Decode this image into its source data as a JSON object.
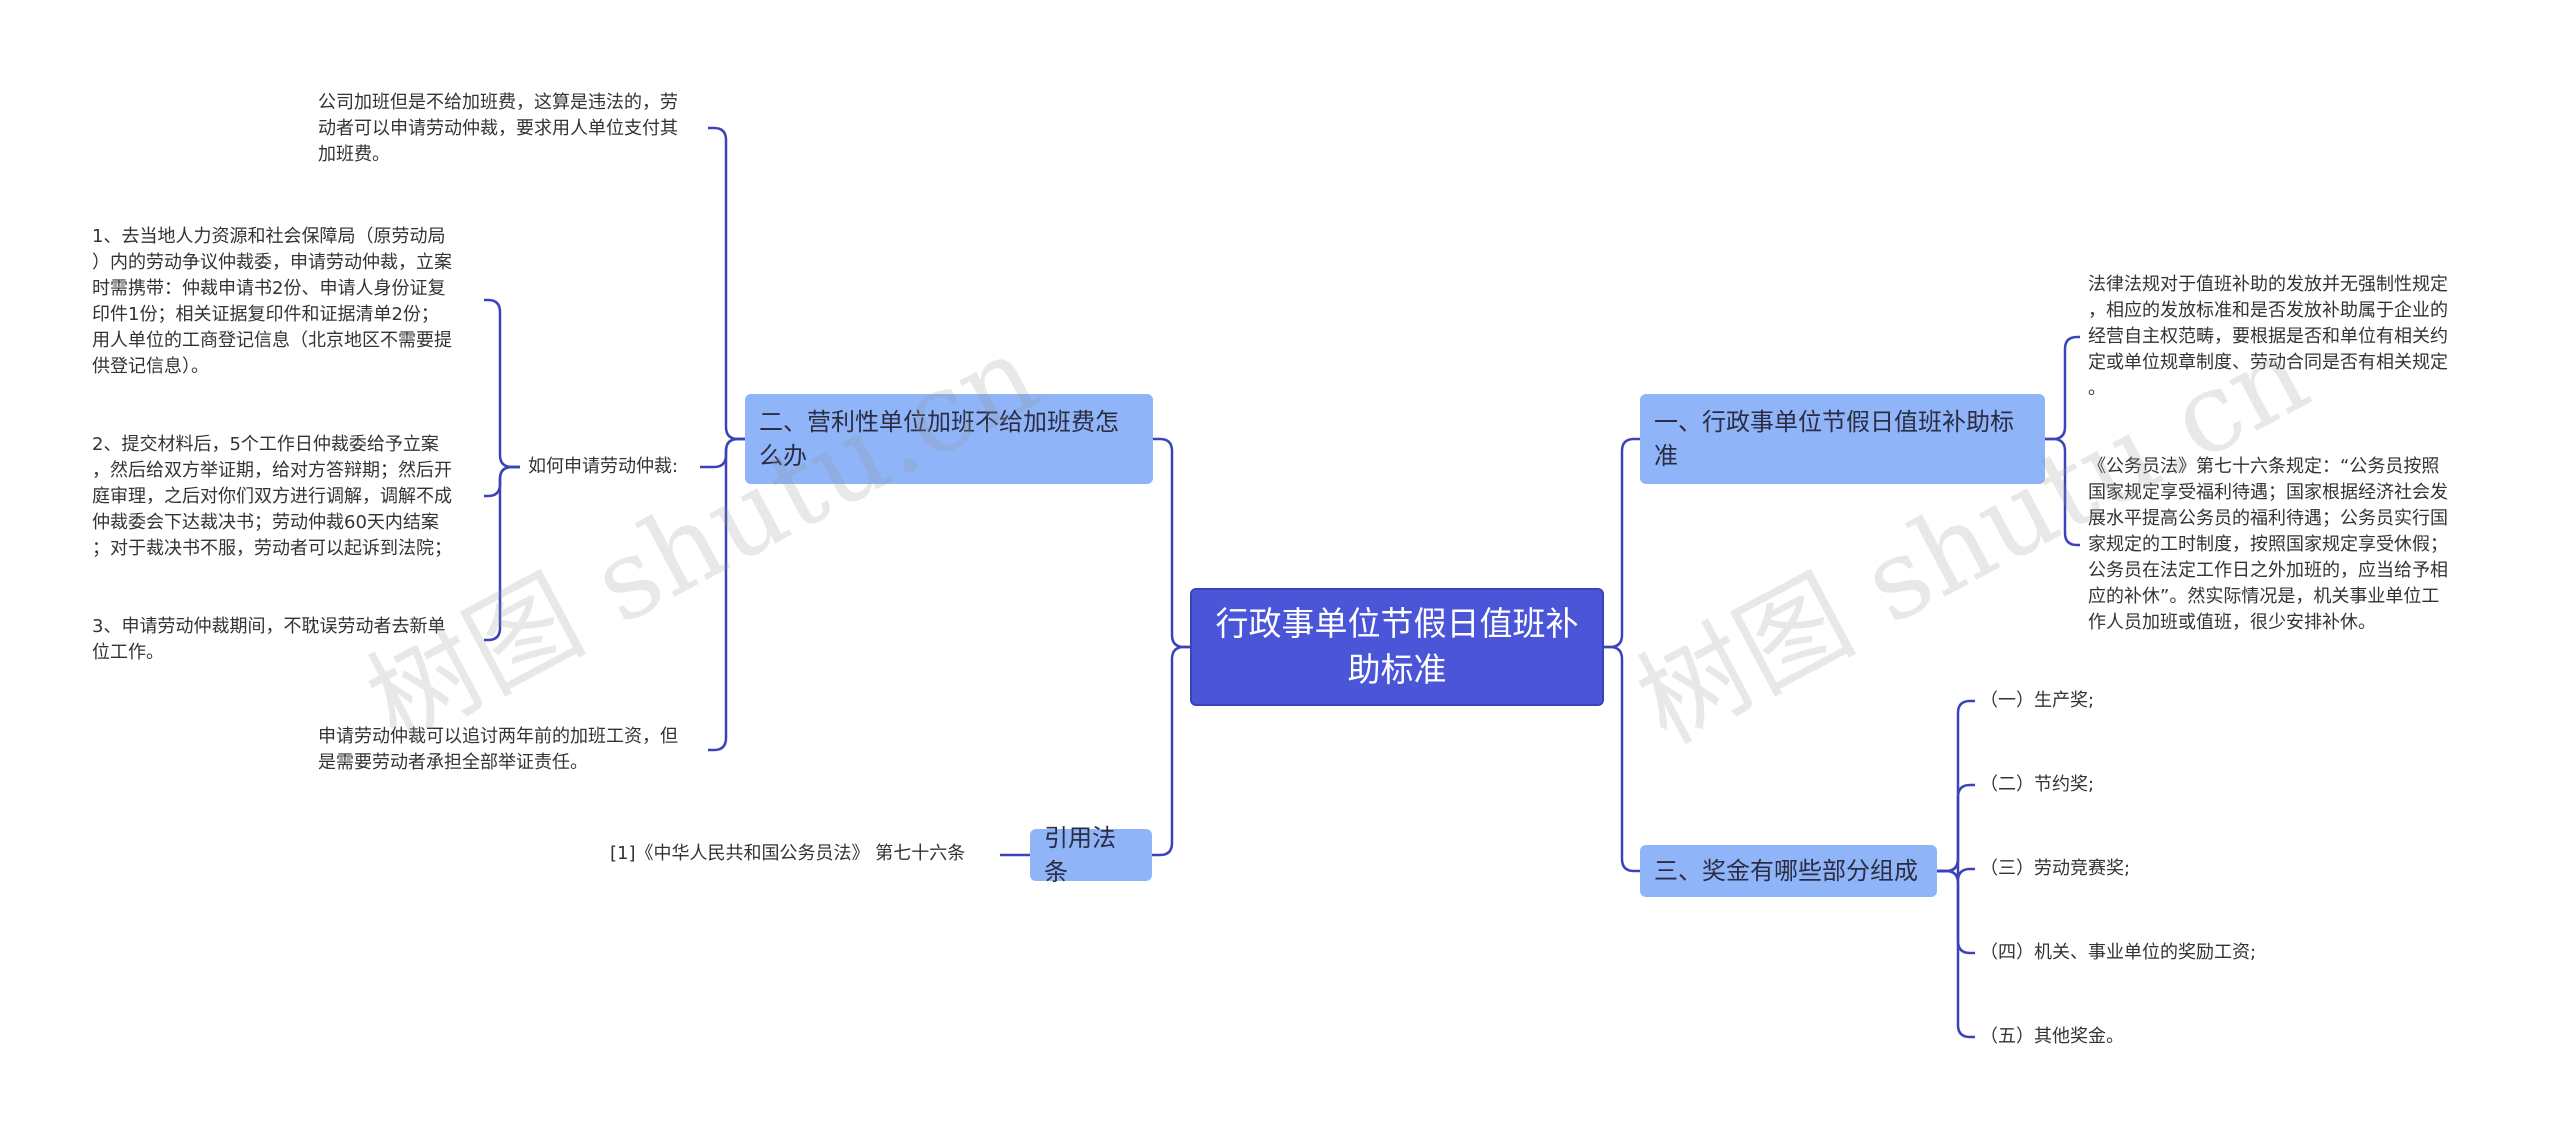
{
  "root": {
    "label": "行政事单位节假日值班补助标准"
  },
  "left": {
    "branch1": {
      "label": "二、营利性单位加班不给加班费怎么办",
      "note_top": [
        "公司加班但是不给加班费，这算是违法的，劳",
        "动者可以申请劳动仲裁，要求用人单位支付其",
        "加班费。"
      ],
      "sub_label": "如何申请劳动仲裁:",
      "steps": [
        [
          "1、去当地人力资源和社会保障局（原劳动局",
          "）内的劳动争议仲裁委，申请劳动仲裁，立案",
          "时需携带：仲裁申请书2份、申请人身份证复",
          "印件1份；相关证据复印件和证据清单2份；",
          "用人单位的工商登记信息（北京地区不需要提",
          "供登记信息）。"
        ],
        [
          "2、提交材料后，5个工作日仲裁委给予立案",
          "，然后给双方举证期，给对方答辩期；然后开",
          "庭审理，之后对你们双方进行调解，调解不成",
          "仲裁委会下达裁决书；劳动仲裁60天内结案",
          "；对于裁决书不服，劳动者可以起诉到法院；"
        ],
        [
          "3、申请劳动仲裁期间，不耽误劳动者去新单",
          "位工作。"
        ]
      ],
      "note_bottom": [
        "申请劳动仲裁可以追讨两年前的加班工资，但",
        "是需要劳动者承担全部举证责任。"
      ]
    },
    "branch2": {
      "label": "引用法条",
      "item": "[1]《中华人民共和国公务员法》 第七十六条"
    }
  },
  "right": {
    "branch1": {
      "label": "一、行政事单位节假日值班补助标准",
      "items": [
        [
          "法律法规对于值班补助的发放并无强制性规定",
          "，相应的发放标准和是否发放补助属于企业的",
          "经营自主权范畴，要根据是否和单位有相关约",
          "定或单位规章制度、劳动合同是否有相关规定",
          "。"
        ],
        [
          "《公务员法》第七十六条规定：“公务员按照",
          "国家规定享受福利待遇；国家根据经济社会发",
          "展水平提高公务员的福利待遇；公务员实行国",
          "家规定的工时制度，按照国家规定享受休假；",
          "公务员在法定工作日之外加班的，应当给予相",
          "应的补休”。然实际情况是，机关事业单位工",
          "作人员加班或值班，很少安排补休。"
        ]
      ]
    },
    "branch2": {
      "label": "三、奖金有哪些部分组成",
      "items": [
        "（一）生产奖;",
        "（二）节约奖;",
        "（三）劳动竞赛奖;",
        "（四）机关、事业单位的奖励工资;",
        "（五）其他奖金。"
      ]
    }
  },
  "watermarks": [
    "树图 shutu.cn",
    "树图 shutu.cn"
  ],
  "colors": {
    "root": "#4a55d8",
    "branch": "#8fb4f7",
    "line": "#3a44b8"
  }
}
